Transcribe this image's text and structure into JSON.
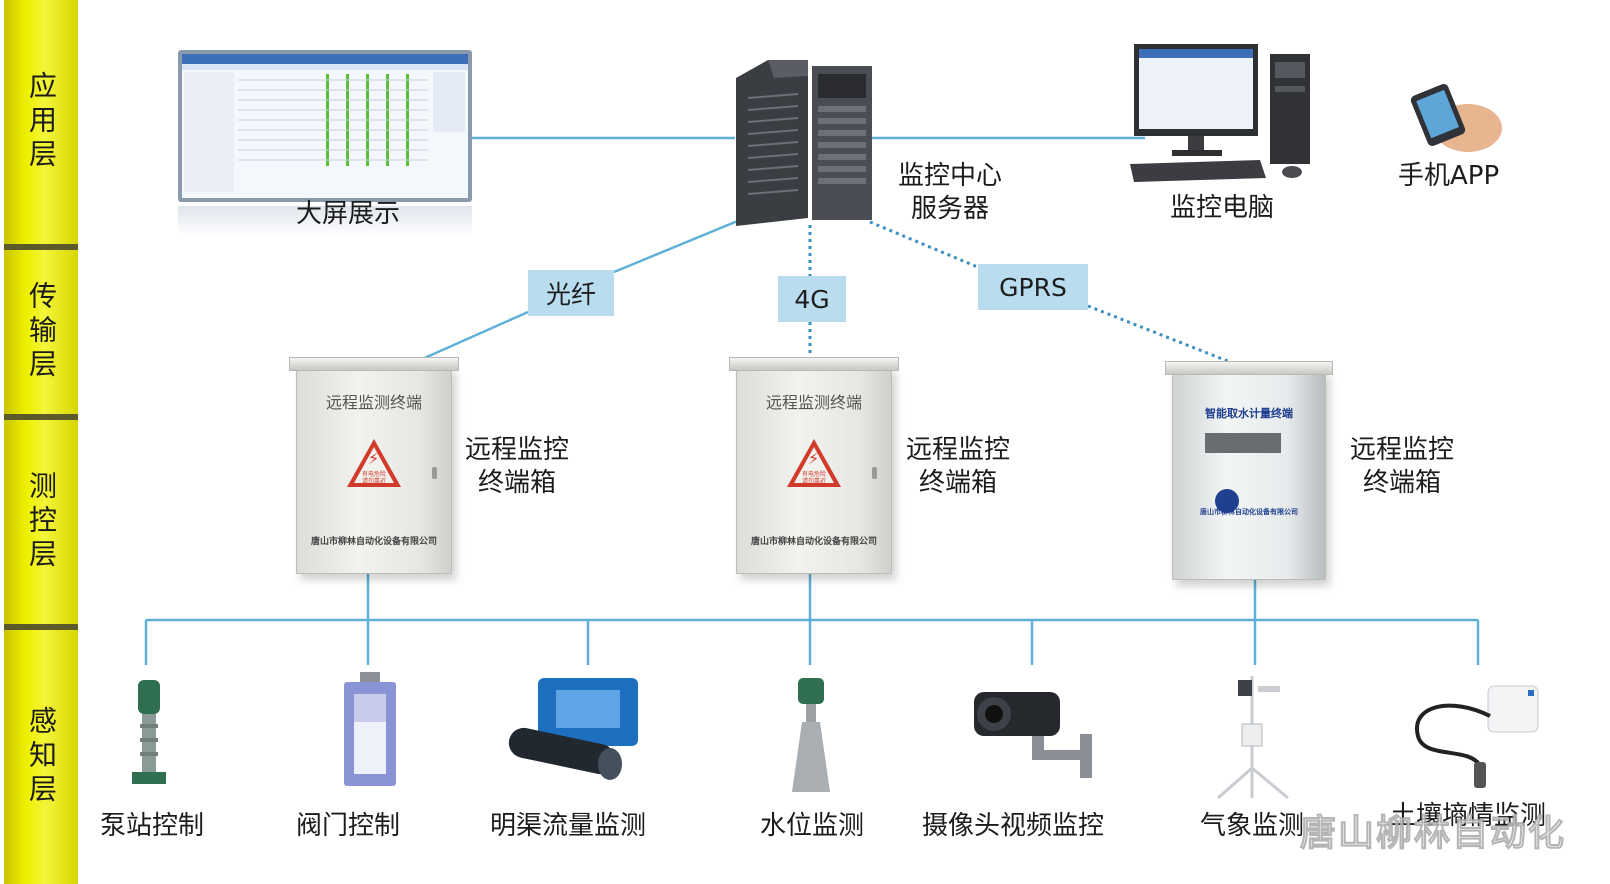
{
  "layers": [
    "应用层",
    "传输层",
    "测控层",
    "感知层"
  ],
  "application": {
    "big_screen": "大屏展示",
    "server": [
      "监控中心",
      "服务器"
    ],
    "pc": "监控电脑",
    "app": "手机APP"
  },
  "channels": [
    "光纤",
    "4G",
    "GPRS"
  ],
  "terminals": [
    {
      "label": [
        "远程监控",
        "终端箱"
      ],
      "panel_title": "远程监测终端",
      "maker": "唐山市柳林自动化设备有限公司"
    },
    {
      "label": [
        "远程监控",
        "终端箱"
      ],
      "panel_title": "远程监测终端",
      "maker": "唐山市柳林自动化设备有限公司"
    },
    {
      "label": [
        "远程监控",
        "终端箱"
      ],
      "panel_title": "智能取水计量终端",
      "maker": "唐山市柳林自动化设备有限公司"
    }
  ],
  "warning_sign": "有电危险 请勿靠近",
  "sensors": [
    "泵站控制",
    "阀门控制",
    "明渠流量监测",
    "水位监测",
    "摄像头视频监控",
    "气象监测",
    "土壤墒情监测"
  ],
  "watermark": "唐山柳林自动化",
  "colors": {
    "layer_bar": "#e9ec10",
    "wire": "#5fb0d8",
    "channel_box": "#b9dcef",
    "warning": "#d23a2a"
  }
}
